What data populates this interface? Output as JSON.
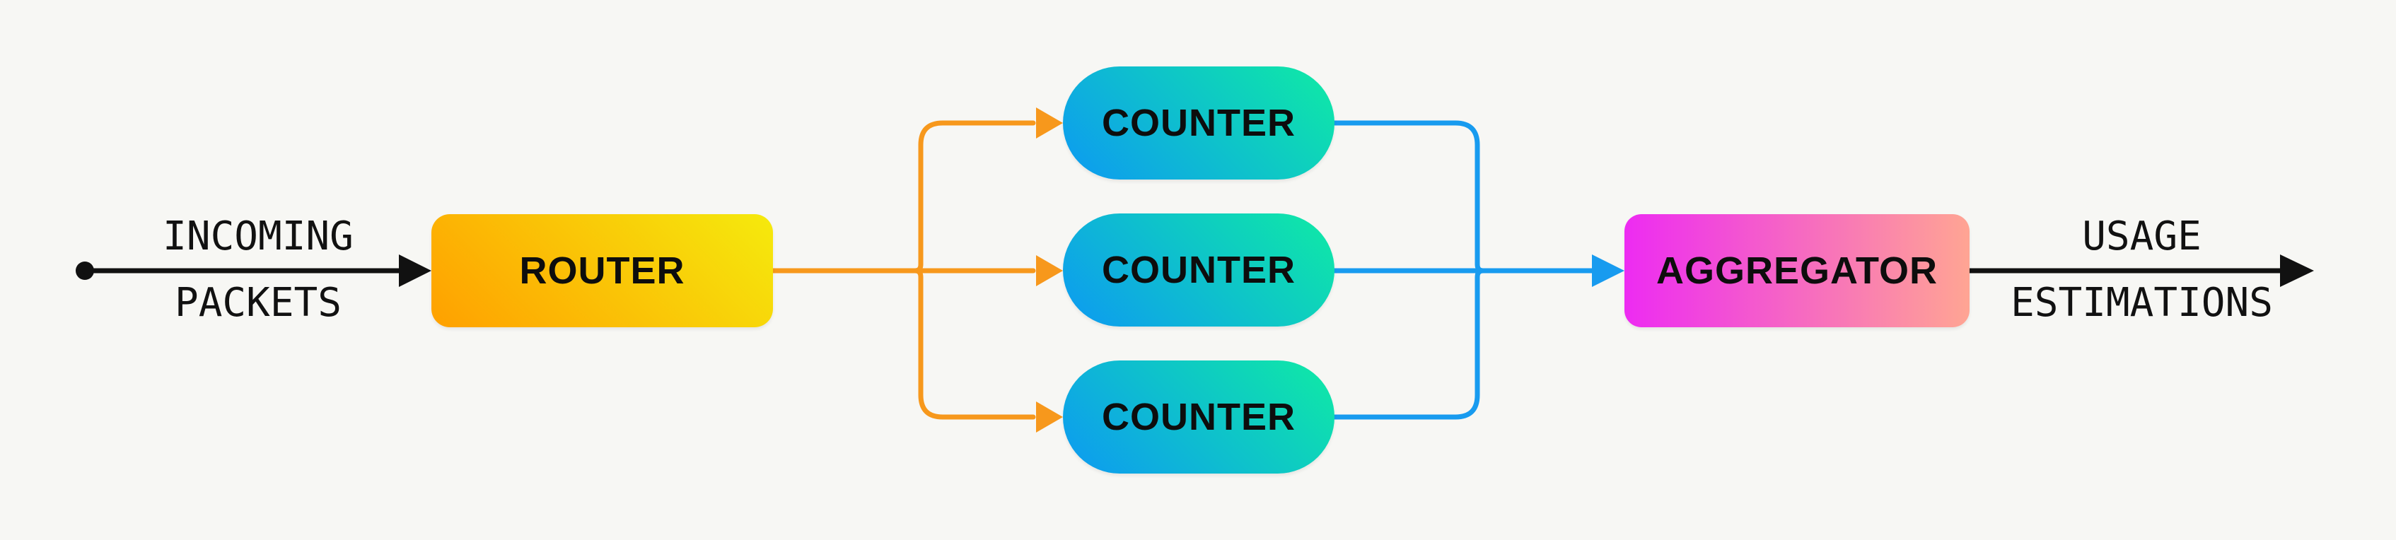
{
  "diagram": {
    "edge_labels": {
      "incoming": {
        "line1": "INCOMING",
        "line2": "PACKETS"
      },
      "outgoing": {
        "line1": "USAGE",
        "line2": "ESTIMATIONS"
      }
    },
    "nodes": {
      "router": {
        "label": "ROUTER"
      },
      "counters": [
        {
          "label": "COUNTER"
        },
        {
          "label": "COUNTER"
        },
        {
          "label": "COUNTER"
        }
      ],
      "aggregator": {
        "label": "AGGREGATOR"
      }
    },
    "colors": {
      "bg": "#f7f7f4",
      "ink": "#111111",
      "edge-orange": "#f7981c",
      "edge-blue": "#189bef",
      "router-from": "#ffa000",
      "router-to": "#f5ea0d",
      "counter-from": "#0d99f2",
      "counter-to": "#0feba4",
      "aggregator-from": "#ed2bf2",
      "aggregator-to": "#ffa593"
    }
  }
}
